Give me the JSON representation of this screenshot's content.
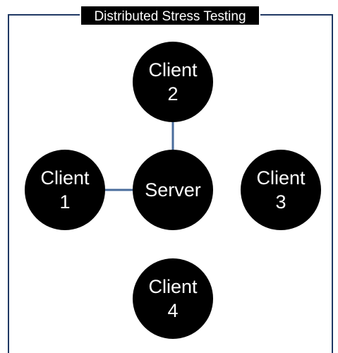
{
  "title": "Distributed Stress Testing",
  "nodes": {
    "server": "Server",
    "client1": "Client\n1",
    "client2": "Client\n2",
    "client3": "Client\n3",
    "client4": "Client\n4"
  },
  "connections": [
    [
      "server",
      "client1"
    ],
    [
      "server",
      "client2"
    ]
  ],
  "colors": {
    "frame": "#1f3864",
    "connector": "#4a6d9c",
    "node_fill": "#000000",
    "node_text": "#ffffff",
    "title_bg": "#000000"
  }
}
